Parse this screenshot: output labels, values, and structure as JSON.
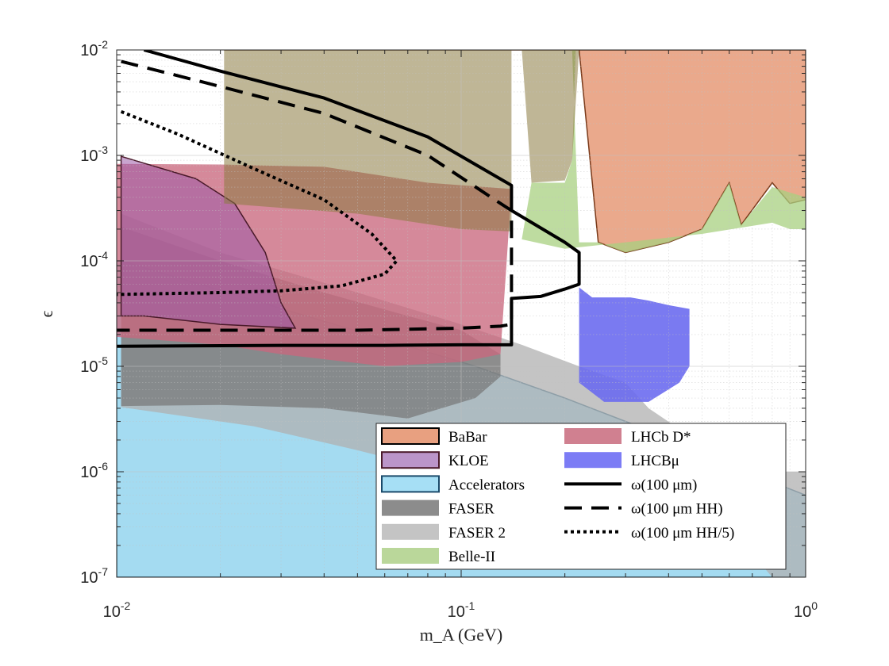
{
  "chart_data": {
    "type": "area",
    "xlabel": "m_A (GeV)",
    "ylabel": "ϵ",
    "xscale": "log",
    "yscale": "log",
    "xlim": [
      0.01,
      1
    ],
    "ylim": [
      1e-07,
      0.01
    ],
    "grid": true,
    "legend_placement": "bottom-right",
    "x_ticks": [
      {
        "value": 0.01,
        "base": "10",
        "exp": "-2"
      },
      {
        "value": 0.1,
        "base": "10",
        "exp": "-1"
      },
      {
        "value": 1,
        "base": "10",
        "exp": "0"
      }
    ],
    "y_ticks": [
      {
        "value": 0.01,
        "base": "10",
        "exp": "-2"
      },
      {
        "value": 0.001,
        "base": "10",
        "exp": "-3"
      },
      {
        "value": 0.0001,
        "base": "10",
        "exp": "-4"
      },
      {
        "value": 1e-05,
        "base": "10",
        "exp": "-5"
      },
      {
        "value": 1e-06,
        "base": "10",
        "exp": "-6"
      },
      {
        "value": 1e-07,
        "base": "10",
        "exp": "-7"
      }
    ],
    "regions": [
      {
        "name": "Accelerators",
        "color": "#9fd9f0",
        "opacity": 0.95,
        "edge": "#2a6a8a",
        "points": [
          [
            0.0103,
            0.0001
          ],
          [
            0.06,
            1.8e-05
          ],
          [
            0.11,
            1e-05
          ],
          [
            0.2,
            5e-06
          ],
          [
            0.3,
            3e-06
          ],
          [
            0.45,
            1.8e-06
          ],
          [
            0.6,
            1.2e-06
          ],
          [
            0.8,
            8e-07
          ],
          [
            1,
            6e-07
          ],
          [
            1,
            1e-07
          ],
          [
            0.01,
            1e-07
          ],
          [
            0.01,
            0.0001
          ]
        ]
      },
      {
        "name": "FASER 2",
        "color": "#b0b0b0",
        "opacity": 0.75,
        "points": [
          [
            0.0103,
            0.00028
          ],
          [
            0.02,
            0.00012
          ],
          [
            0.05,
            5e-05
          ],
          [
            0.1,
            2.5e-05
          ],
          [
            0.15,
            1.6e-05
          ],
          [
            0.22,
            1e-05
          ],
          [
            0.3,
            7e-06
          ],
          [
            0.35,
            4e-06
          ],
          [
            0.45,
            2.3e-06
          ],
          [
            0.55,
            1.5e-06
          ],
          [
            0.7,
            1e-06
          ],
          [
            1,
            1e-06
          ],
          [
            1,
            1e-07
          ],
          [
            0.8,
            1e-07
          ],
          [
            0.6,
            3e-07
          ],
          [
            0.45,
            4e-07
          ],
          [
            0.3,
            5e-07
          ],
          [
            0.18,
            6e-07
          ],
          [
            0.1,
            9e-07
          ],
          [
            0.05,
            1.6e-06
          ],
          [
            0.025,
            2.7e-06
          ],
          [
            0.0103,
            4.1e-06
          ]
        ]
      },
      {
        "name": "FASER",
        "color": "#777777",
        "opacity": 0.72,
        "points": [
          [
            0.0103,
            0.00021
          ],
          [
            0.02,
            0.0001
          ],
          [
            0.04,
            5e-05
          ],
          [
            0.07,
            3e-05
          ],
          [
            0.1,
            2.2e-05
          ],
          [
            0.13,
            1.3e-05
          ],
          [
            0.13,
            8e-06
          ],
          [
            0.11,
            5e-06
          ],
          [
            0.07,
            3.2e-06
          ],
          [
            0.04,
            4e-06
          ],
          [
            0.02,
            4.3e-06
          ],
          [
            0.0103,
            4.2e-06
          ]
        ]
      },
      {
        "name": "LHCb D*",
        "color": "#c9687e",
        "opacity": 0.78,
        "points": [
          [
            0.01,
            0.00083
          ],
          [
            0.02,
            0.00082
          ],
          [
            0.04,
            0.00078
          ],
          [
            0.08,
            0.00055
          ],
          [
            0.14,
            0.00048
          ],
          [
            0.13,
            1.3e-05
          ],
          [
            0.1,
            1.1e-05
          ],
          [
            0.06,
            1e-05
          ],
          [
            0.03,
            1.3e-05
          ],
          [
            0.02,
            1.6e-05
          ],
          [
            0.01,
            1.9e-05
          ]
        ]
      },
      {
        "name": "KLOE",
        "color": "#9c5aa8",
        "opacity": 0.55,
        "edge": "#4a1a2a",
        "points": [
          [
            0.0103,
            0.00098
          ],
          [
            0.017,
            0.0006
          ],
          [
            0.022,
            0.00035
          ],
          [
            0.027,
            0.00012
          ],
          [
            0.03,
            4e-05
          ],
          [
            0.033,
            2.3e-05
          ],
          [
            0.02,
            2.5e-05
          ],
          [
            0.012,
            3e-05
          ],
          [
            0.0103,
            3e-05
          ]
        ]
      },
      {
        "name": "BaBar",
        "color": "#e8a080",
        "opacity": 0.9,
        "edge": "#7a3a1a",
        "points": [
          [
            0.0205,
            0.01
          ],
          [
            0.22,
            0.01
          ],
          [
            0.25,
            0.00015
          ],
          [
            0.3,
            0.00012
          ],
          [
            0.4,
            0.00015
          ],
          [
            0.5,
            0.0002
          ],
          [
            0.6,
            0.00055
          ],
          [
            0.65,
            0.00022
          ],
          [
            0.8,
            0.00055
          ],
          [
            0.9,
            0.00035
          ],
          [
            1,
            0.00038
          ],
          [
            1,
            0.01
          ]
        ]
      },
      {
        "name": "Belle-II",
        "color": "#a8d080",
        "opacity": 0.75,
        "points": [
          [
            0.0205,
            0.01
          ],
          [
            0.215,
            0.01
          ],
          [
            0.21,
            0.0009
          ],
          [
            0.2,
            0.00055
          ],
          [
            0.16,
            0.00055
          ],
          [
            0.15,
            0.00016
          ],
          [
            0.2,
            0.00013
          ],
          [
            0.3,
            0.00015
          ],
          [
            0.5,
            0.00018
          ],
          [
            0.8,
            0.00023
          ],
          [
            0.9,
            0.0002
          ],
          [
            1,
            0.0002
          ],
          [
            1,
            0.0004
          ],
          [
            0.8,
            0.0005
          ],
          [
            0.65,
            0.00022
          ],
          [
            0.6,
            0.00055
          ],
          [
            0.5,
            0.0002
          ],
          [
            0.4,
            0.00015
          ],
          [
            0.3,
            0.00012
          ],
          [
            0.25,
            0.00015
          ],
          [
            0.22,
            0.00015
          ],
          [
            0.21,
            0.01
          ]
        ]
      },
      {
        "name": "BaBar overlay",
        "color": "#8b7a40",
        "opacity": 0.55,
        "legend": false,
        "points": [
          [
            0.0103,
            0.01
          ],
          [
            0.0205,
            0.01
          ],
          [
            0.0205,
            0.00035
          ],
          [
            0.05,
            0.00028
          ],
          [
            0.1,
            0.0002
          ],
          [
            0.14,
            0.00019
          ],
          [
            0.14,
            0.01
          ],
          [
            0.15,
            0.01
          ],
          [
            0.16,
            0.00055
          ],
          [
            0.2,
            0.00058
          ],
          [
            0.21,
            0.0009
          ],
          [
            0.22,
            0.01
          ],
          [
            0.0103,
            0.01
          ]
        ]
      },
      {
        "name": "LHCBμ",
        "color": "#6b6bf0",
        "opacity": 0.9,
        "points": [
          [
            0.22,
            5.6e-05
          ],
          [
            0.24,
            4.5e-05
          ],
          [
            0.31,
            4.5e-05
          ],
          [
            0.35,
            4.2e-05
          ],
          [
            0.4,
            3.8e-05
          ],
          [
            0.46,
            3.5e-05
          ],
          [
            0.46,
            1e-05
          ],
          [
            0.43,
            7e-06
          ],
          [
            0.35,
            4.6e-06
          ],
          [
            0.26,
            4.6e-06
          ],
          [
            0.22,
            7e-06
          ]
        ]
      }
    ],
    "contours": [
      {
        "name": "ω(100 μm)",
        "style": "solid",
        "width": 4,
        "points": [
          [
            0.012,
            0.01
          ],
          [
            0.02,
            0.0063
          ],
          [
            0.04,
            0.0035
          ],
          [
            0.08,
            0.0015
          ],
          [
            0.14,
            0.00052
          ],
          [
            0.14,
            0.0003
          ],
          [
            0.2,
            0.00015
          ],
          [
            0.22,
            0.00012
          ],
          [
            0.22,
            6e-05
          ],
          [
            0.2,
            5.4e-05
          ],
          [
            0.17,
            4.6e-05
          ],
          [
            0.14,
            4.4e-05
          ],
          [
            0.14,
            1.6e-05
          ],
          [
            0.1,
            1.6e-05
          ],
          [
            0.06,
            1.58e-05
          ],
          [
            0.03,
            1.58e-05
          ],
          [
            0.01,
            1.55e-05
          ]
        ]
      },
      {
        "name": "ω(100 μm HH)",
        "style": "dashed",
        "width": 4,
        "points": [
          [
            0.0103,
            0.0078
          ],
          [
            0.02,
            0.0045
          ],
          [
            0.04,
            0.0025
          ],
          [
            0.08,
            0.001
          ],
          [
            0.13,
            0.00035
          ],
          [
            0.14,
            0.0003
          ],
          [
            0.14,
            2.5e-05
          ],
          [
            0.13,
            2.4e-05
          ],
          [
            0.1,
            2.3e-05
          ],
          [
            0.05,
            2.2e-05
          ],
          [
            0.02,
            2.2e-05
          ],
          [
            0.01,
            2.2e-05
          ]
        ]
      },
      {
        "name": "ω(100 μm HH/5)",
        "style": "dotted",
        "width": 4,
        "points": [
          [
            0.0103,
            0.0026
          ],
          [
            0.015,
            0.0016
          ],
          [
            0.025,
            0.00075
          ],
          [
            0.04,
            0.00038
          ],
          [
            0.055,
            0.00018
          ],
          [
            0.065,
            0.0001
          ],
          [
            0.06,
            7.5e-05
          ],
          [
            0.045,
            5.8e-05
          ],
          [
            0.03,
            5.2e-05
          ],
          [
            0.02,
            5e-05
          ],
          [
            0.01,
            4.8e-05
          ]
        ]
      }
    ],
    "legend": {
      "col1": [
        {
          "label": "BaBar",
          "kind": "patch",
          "color": "#e8a080",
          "edge": "#000000",
          "edge_width": 2
        },
        {
          "label": "KLOE",
          "kind": "patch",
          "color": "#bb95c9",
          "edge": "#4a1a2a",
          "edge_width": 2
        },
        {
          "label": "Accelerators",
          "kind": "patch",
          "color": "#a6dff5",
          "edge": "#1a4a6a",
          "edge_width": 2
        },
        {
          "label": "FASER",
          "kind": "patch",
          "color": "#8c8c8c"
        },
        {
          "label": "FASER 2",
          "kind": "patch",
          "color": "#c4c4c4"
        },
        {
          "label": "Belle-II",
          "kind": "patch",
          "color": "#bad79a"
        }
      ],
      "col2": [
        {
          "label": "LHCb D*",
          "kind": "patch",
          "color": "#d08090"
        },
        {
          "label": "LHCBμ",
          "kind": "patch",
          "color": "#7c7cf5"
        },
        {
          "label": "ω(100 μm)",
          "kind": "line",
          "style": "solid"
        },
        {
          "label": "ω(100 μm HH)",
          "kind": "line",
          "style": "dashed"
        },
        {
          "label": "ω(100 μm HH/5)",
          "kind": "line",
          "style": "dotted"
        }
      ]
    }
  }
}
